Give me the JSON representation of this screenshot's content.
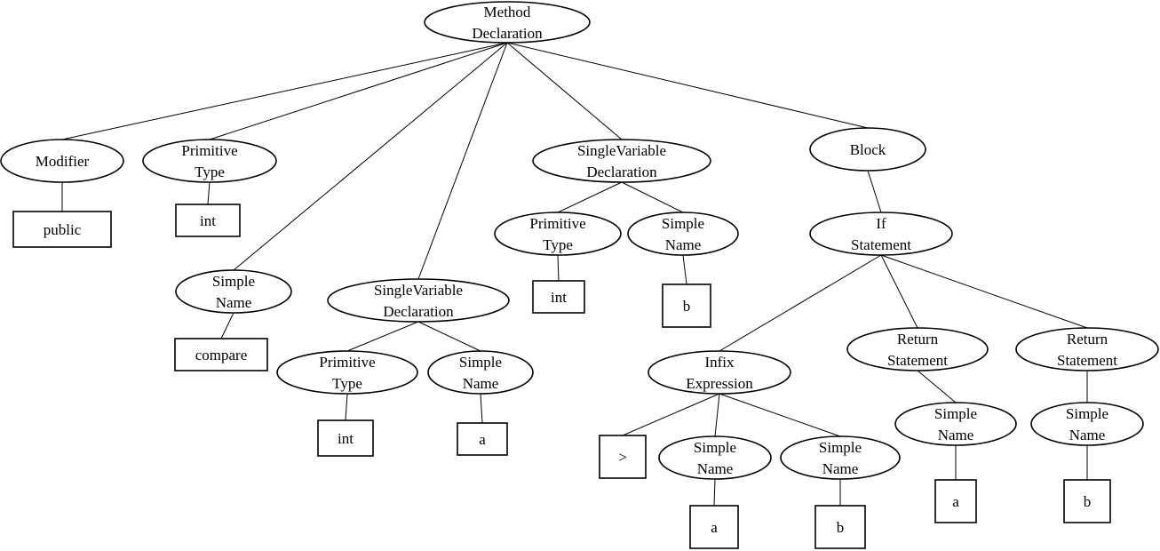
{
  "diagram": {
    "type": "abstract-syntax-tree",
    "nodes": [
      {
        "id": "method_decl",
        "kind": "ellipse",
        "label": [
          "Method",
          "Declaration"
        ]
      },
      {
        "id": "modifier",
        "kind": "ellipse",
        "label": [
          "Modifier"
        ]
      },
      {
        "id": "public",
        "kind": "box",
        "label": [
          "public"
        ]
      },
      {
        "id": "prim_type_1",
        "kind": "ellipse",
        "label": [
          "Primitive",
          "Type"
        ]
      },
      {
        "id": "int_1",
        "kind": "box",
        "label": [
          "int"
        ]
      },
      {
        "id": "simple_name_compare",
        "kind": "ellipse",
        "label": [
          "Simple",
          "Name"
        ]
      },
      {
        "id": "compare",
        "kind": "box",
        "label": [
          "compare"
        ]
      },
      {
        "id": "svd_a",
        "kind": "ellipse",
        "label": [
          "SingleVariable",
          "Declaration"
        ]
      },
      {
        "id": "prim_type_a",
        "kind": "ellipse",
        "label": [
          "Primitive",
          "Type"
        ]
      },
      {
        "id": "int_a",
        "kind": "box",
        "label": [
          "int"
        ]
      },
      {
        "id": "simple_name_a",
        "kind": "ellipse",
        "label": [
          "Simple",
          "Name"
        ]
      },
      {
        "id": "a_1",
        "kind": "box",
        "label": [
          "a"
        ]
      },
      {
        "id": "svd_b",
        "kind": "ellipse",
        "label": [
          "SingleVariable",
          "Declaration"
        ]
      },
      {
        "id": "prim_type_b",
        "kind": "ellipse",
        "label": [
          "Primitive",
          "Type"
        ]
      },
      {
        "id": "int_b",
        "kind": "box",
        "label": [
          "int"
        ]
      },
      {
        "id": "simple_name_b",
        "kind": "ellipse",
        "label": [
          "Simple",
          "Name"
        ]
      },
      {
        "id": "b_1",
        "kind": "box",
        "label": [
          "b"
        ]
      },
      {
        "id": "block",
        "kind": "ellipse",
        "label": [
          "Block"
        ]
      },
      {
        "id": "if_stmt",
        "kind": "ellipse",
        "label": [
          "If",
          "Statement"
        ]
      },
      {
        "id": "infix_expr",
        "kind": "ellipse",
        "label": [
          "Infix",
          "Expression"
        ]
      },
      {
        "id": "gt",
        "kind": "box",
        "label": [
          ">"
        ]
      },
      {
        "id": "infix_name_a",
        "kind": "ellipse",
        "label": [
          "Simple",
          "Name"
        ]
      },
      {
        "id": "infix_a",
        "kind": "box",
        "label": [
          "a"
        ]
      },
      {
        "id": "infix_name_b",
        "kind": "ellipse",
        "label": [
          "Simple",
          "Name"
        ]
      },
      {
        "id": "infix_b",
        "kind": "box",
        "label": [
          "b"
        ]
      },
      {
        "id": "return_a",
        "kind": "ellipse",
        "label": [
          "Return",
          "Statement"
        ]
      },
      {
        "id": "return_name_a",
        "kind": "ellipse",
        "label": [
          "Simple",
          "Name"
        ]
      },
      {
        "id": "return_a_val",
        "kind": "box",
        "label": [
          "a"
        ]
      },
      {
        "id": "return_b",
        "kind": "ellipse",
        "label": [
          "Return",
          "Statement"
        ]
      },
      {
        "id": "return_name_b",
        "kind": "ellipse",
        "label": [
          "Simple",
          "Name"
        ]
      },
      {
        "id": "return_b_val",
        "kind": "box",
        "label": [
          "b"
        ]
      }
    ],
    "edges": [
      [
        "method_decl",
        "modifier"
      ],
      [
        "method_decl",
        "prim_type_1"
      ],
      [
        "method_decl",
        "simple_name_compare"
      ],
      [
        "method_decl",
        "svd_a"
      ],
      [
        "method_decl",
        "svd_b"
      ],
      [
        "method_decl",
        "block"
      ],
      [
        "modifier",
        "public"
      ],
      [
        "prim_type_1",
        "int_1"
      ],
      [
        "simple_name_compare",
        "compare"
      ],
      [
        "svd_a",
        "prim_type_a"
      ],
      [
        "svd_a",
        "simple_name_a"
      ],
      [
        "prim_type_a",
        "int_a"
      ],
      [
        "simple_name_a",
        "a_1"
      ],
      [
        "svd_b",
        "prim_type_b"
      ],
      [
        "svd_b",
        "simple_name_b"
      ],
      [
        "prim_type_b",
        "int_b"
      ],
      [
        "simple_name_b",
        "b_1"
      ],
      [
        "block",
        "if_stmt"
      ],
      [
        "if_stmt",
        "infix_expr"
      ],
      [
        "if_stmt",
        "return_a"
      ],
      [
        "if_stmt",
        "return_b"
      ],
      [
        "infix_expr",
        "gt"
      ],
      [
        "infix_expr",
        "infix_name_a"
      ],
      [
        "infix_expr",
        "infix_name_b"
      ],
      [
        "infix_name_a",
        "infix_a"
      ],
      [
        "infix_name_b",
        "infix_b"
      ],
      [
        "return_a",
        "return_name_a"
      ],
      [
        "return_name_a",
        "return_a_val"
      ],
      [
        "return_b",
        "return_name_b"
      ],
      [
        "return_name_b",
        "return_b_val"
      ]
    ]
  }
}
